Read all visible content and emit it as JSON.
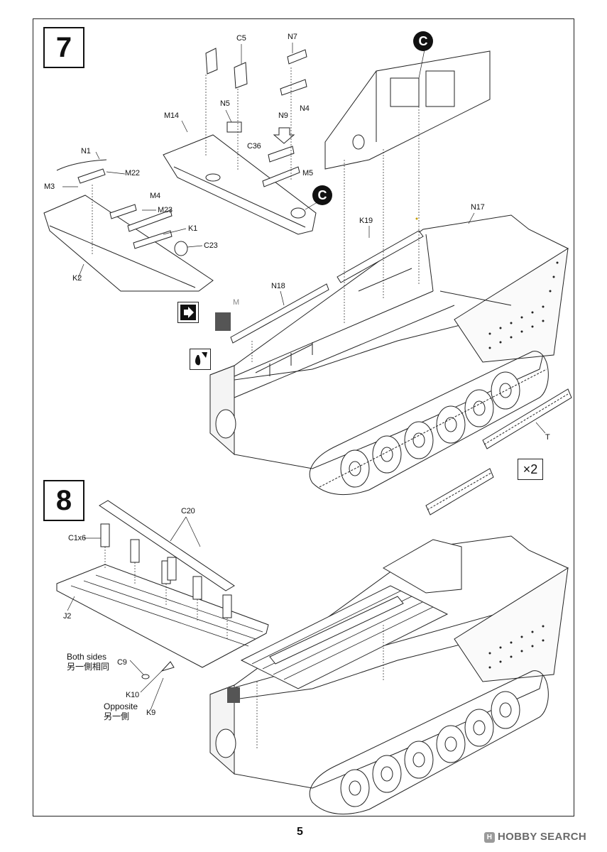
{
  "steps": {
    "step7": "7",
    "step8": "8"
  },
  "part_labels": {
    "c5": "C5",
    "n7": "N7",
    "n5": "N5",
    "n9": "N9",
    "n4": "N4",
    "m14": "M14",
    "c36": "C36",
    "m5": "M5",
    "n1": "N1",
    "m22": "M22",
    "m3": "M3",
    "m4": "M4",
    "m23": "M23",
    "k1": "K1",
    "c23": "C23",
    "k2": "K2",
    "k19": "K19",
    "n17": "N17",
    "n18": "N18",
    "m": "M",
    "t": "T",
    "c20": "C20",
    "c1x6": "C1x6",
    "j2": "J2",
    "c9": "C9",
    "k10": "K10",
    "k9": "K9"
  },
  "callouts": {
    "c_top": "C",
    "c_mid": "C"
  },
  "notes": {
    "both_sides_en": "Both sides",
    "both_sides_zh": "另一側相同",
    "opposite_en": "Opposite",
    "opposite_zh": "另一側"
  },
  "multiplier": "×2",
  "page_number": "5",
  "watermark": {
    "logo": "H",
    "text": "HOBBY SEARCH"
  },
  "icons": {
    "cement_icon": "paint-drop-icon",
    "forward_icon": "arrow-right-icon"
  }
}
